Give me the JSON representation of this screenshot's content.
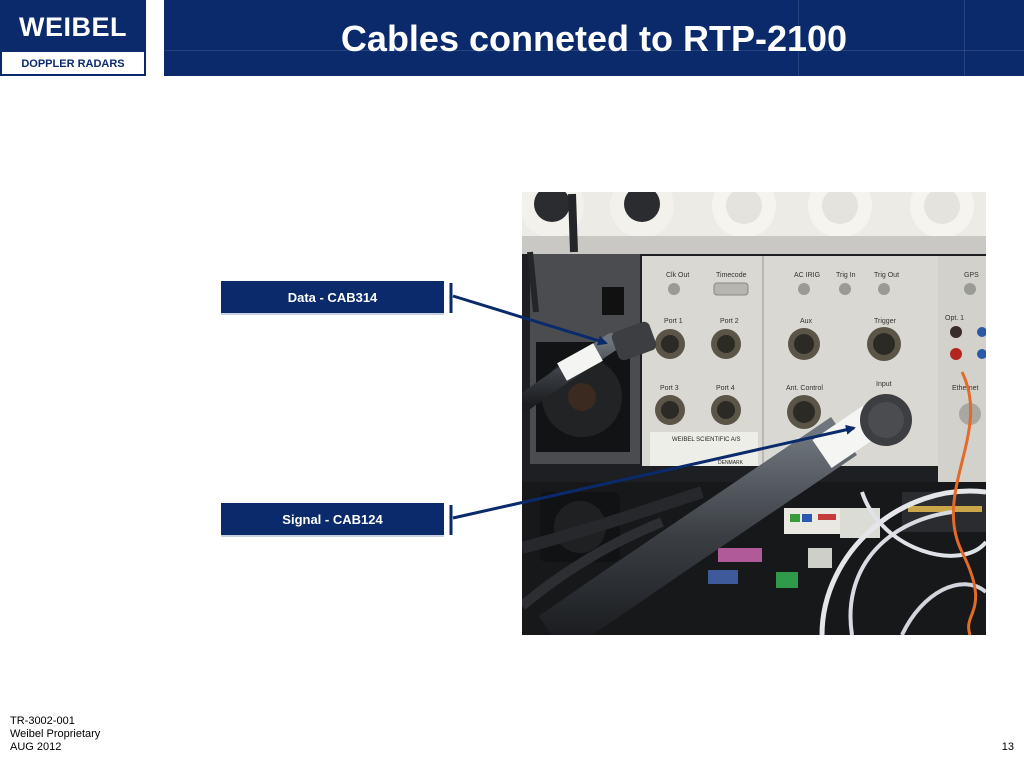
{
  "logo": {
    "brand": "WEIBEL",
    "tagline": "DOPPLER RADARS"
  },
  "slide": {
    "title": "Cables conneted to RTP-2100"
  },
  "callouts": [
    {
      "label": "Data - CAB314"
    },
    {
      "label": "Signal - CAB124"
    }
  ],
  "photo": {
    "panel_labels": [
      "Clk Out",
      "Timecode",
      "AC IRIG",
      "Trig In",
      "Trig Out",
      "GPS",
      "Port 1",
      "Port 2",
      "Aux",
      "Trigger",
      "Port 3",
      "Port 4",
      "Ant. Control",
      "Input",
      "WEIBEL SCIENTIFIC A/S",
      "DENMARK",
      "Opt. 1",
      "Ethernet"
    ]
  },
  "footer": {
    "doc_id": "TR-3002-001",
    "classification": "Weibel Proprietary",
    "date": "AUG 2012",
    "page": "13"
  },
  "colors": {
    "brand_navy": "#0a2a6b",
    "arrow": "#0a2a6b"
  }
}
